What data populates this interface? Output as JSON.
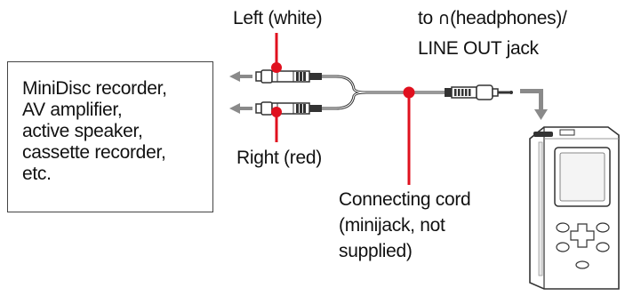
{
  "labels": {
    "left_plug": "Left (white)",
    "right_plug": "Right (red)",
    "jack_line1_prefix": "to ",
    "jack_line1_suffix": "(headphones)/",
    "jack_line2": "LINE OUT jack",
    "cord_line1": "Connecting cord",
    "cord_line2": "(minijack, not",
    "cord_line3": "supplied)"
  },
  "devices_box": {
    "lines": [
      "MiniDisc recorder,",
      "AV amplifier,",
      "active speaker,",
      "cassette recorder,",
      "etc."
    ]
  },
  "icons": {
    "headphones": "headphones-icon",
    "arrows": "arrow-left-icon"
  },
  "colors": {
    "leader_red": "#e0101e",
    "arrow_gray": "#8a8a8a",
    "cable": "#333333"
  }
}
